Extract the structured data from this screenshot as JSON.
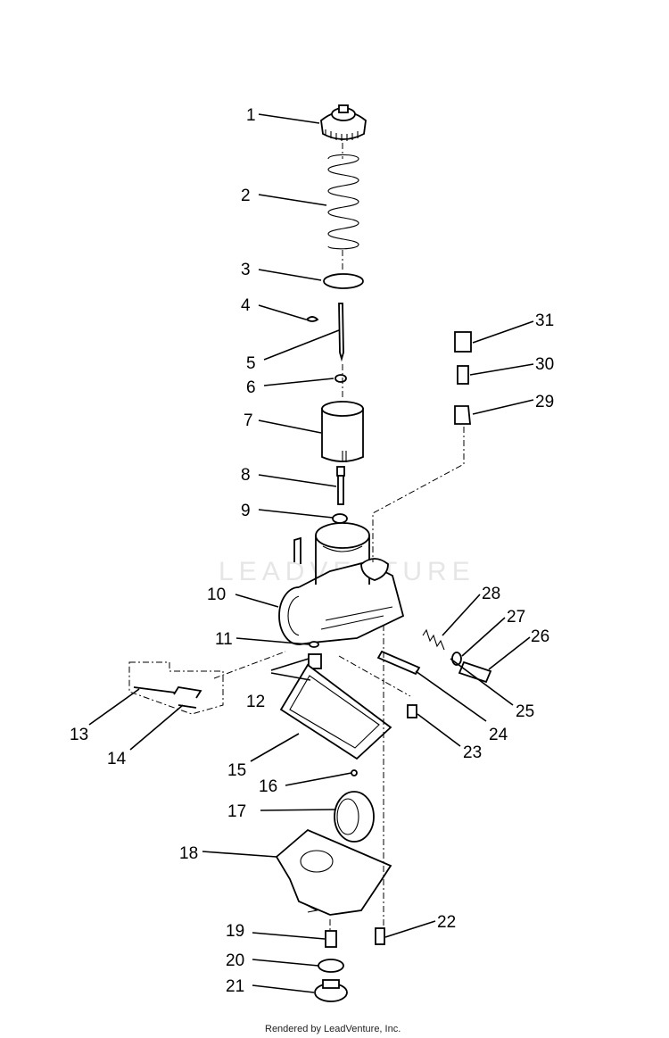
{
  "diagram": {
    "parts": [
      {
        "id": "1",
        "label": "1"
      },
      {
        "id": "2",
        "label": "2"
      },
      {
        "id": "3",
        "label": "3"
      },
      {
        "id": "4",
        "label": "4"
      },
      {
        "id": "5",
        "label": "5"
      },
      {
        "id": "6",
        "label": "6"
      },
      {
        "id": "7",
        "label": "7"
      },
      {
        "id": "8",
        "label": "8"
      },
      {
        "id": "9",
        "label": "9"
      },
      {
        "id": "10",
        "label": "10"
      },
      {
        "id": "11",
        "label": "11"
      },
      {
        "id": "12",
        "label": "12"
      },
      {
        "id": "13",
        "label": "13"
      },
      {
        "id": "14",
        "label": "14"
      },
      {
        "id": "15",
        "label": "15"
      },
      {
        "id": "16",
        "label": "16"
      },
      {
        "id": "17",
        "label": "17"
      },
      {
        "id": "18",
        "label": "18"
      },
      {
        "id": "19",
        "label": "19"
      },
      {
        "id": "20",
        "label": "20"
      },
      {
        "id": "21",
        "label": "21"
      },
      {
        "id": "22",
        "label": "22"
      },
      {
        "id": "23",
        "label": "23"
      },
      {
        "id": "24",
        "label": "24"
      },
      {
        "id": "25",
        "label": "25"
      },
      {
        "id": "26",
        "label": "26"
      },
      {
        "id": "27",
        "label": "27"
      },
      {
        "id": "28",
        "label": "28"
      },
      {
        "id": "29",
        "label": "29"
      },
      {
        "id": "30",
        "label": "30"
      },
      {
        "id": "31",
        "label": "31"
      }
    ],
    "watermark": "LEADVENTURE",
    "footer": "Rendered by LeadVenture, Inc."
  }
}
